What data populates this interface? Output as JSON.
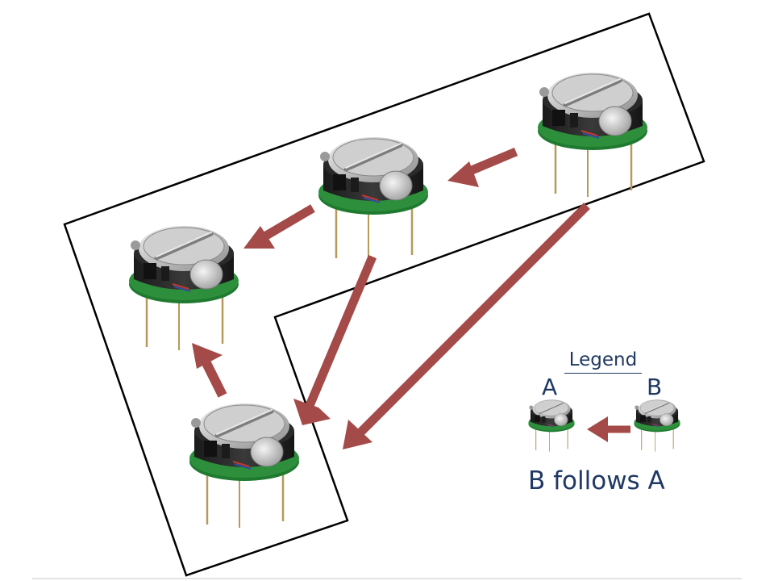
{
  "legend": {
    "title": "Legend",
    "label_a": "A",
    "label_b": "B",
    "caption": "B follows A"
  },
  "colors": {
    "arrow": "#a44a48",
    "outline": "#000000",
    "legend_text": "#1f3864",
    "pcb": "#1f7a30",
    "battery": "#c9c9c9",
    "body": "#2a2a2a"
  },
  "icons": [
    "robot-icon",
    "arrow-icon"
  ]
}
